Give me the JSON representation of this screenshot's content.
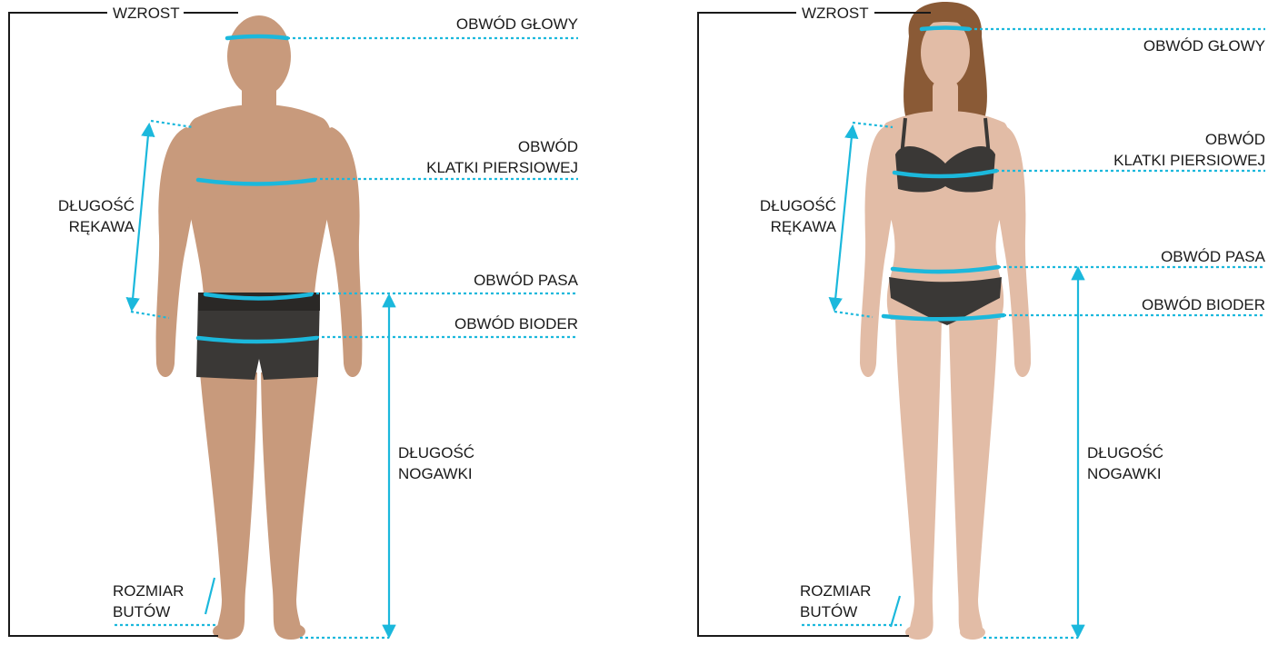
{
  "colors": {
    "accent": "#1bb8dc",
    "outline": "#1a1a1a",
    "skin": "#c89a7c",
    "skin_shade": "#a8775a",
    "female_skin": "#e2bca6",
    "female_skin_shade": "#c99c84",
    "hair_female": "#8a5a36",
    "underwear": "#3a3836"
  },
  "male": {
    "height": "WZROST",
    "head": "OBWÓD GŁOWY",
    "chest_line1": "OBWÓD",
    "chest_line2": "KLATKI PIERSIOWEJ",
    "sleeve_line1": "DŁUGOŚĆ",
    "sleeve_line2": "RĘKAWA",
    "waist": "OBWÓD PASA",
    "hips": "OBWÓD BIODER",
    "inseam_line1": "DŁUGOŚĆ",
    "inseam_line2": "NOGAWKI",
    "shoe_line1": "ROZMIAR",
    "shoe_line2": "BUTÓW"
  },
  "female": {
    "height": "WZROST",
    "head": "OBWÓD GŁOWY",
    "chest_line1": "OBWÓD",
    "chest_line2": "KLATKI PIERSIOWEJ",
    "sleeve_line1": "DŁUGOŚĆ",
    "sleeve_line2": "RĘKAWA",
    "waist": "OBWÓD PASA",
    "hips": "OBWÓD BIODER",
    "inseam_line1": "DŁUGOŚĆ",
    "inseam_line2": "NOGAWKI",
    "shoe_line1": "ROZMIAR",
    "shoe_line2": "BUTÓW"
  }
}
